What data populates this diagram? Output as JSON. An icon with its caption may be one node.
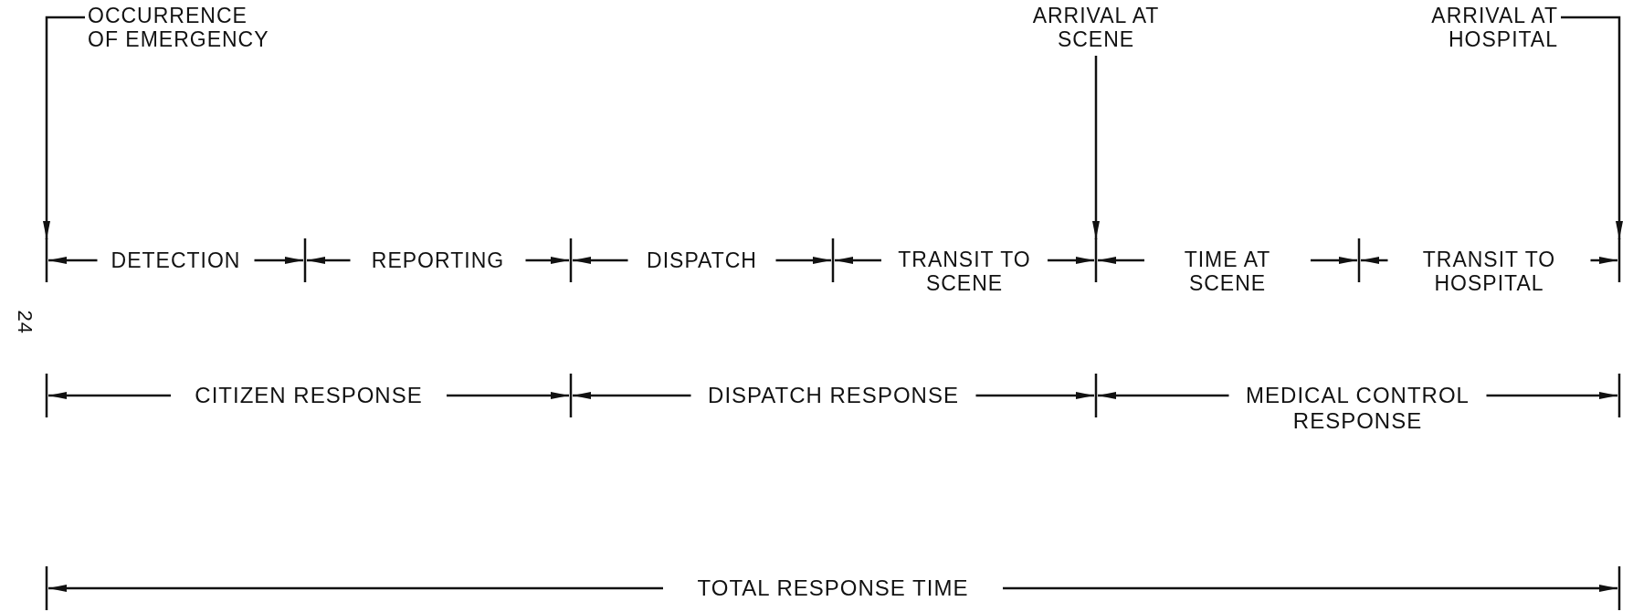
{
  "diagram": {
    "nodes": [
      {
        "text": [
          "OCCURRENCE OF EMERGENCY"
        ]
      },
      {
        "text": [
          "ARRIVAL AT SCENE"
        ]
      },
      {
        "text": [
          "ARRIVAL AT HOSPITAL"
        ]
      }
    ],
    "edges": [
      {
        "from": 0,
        "to": null,
        "arrow": "to"
      },
      {
        "from": 1,
        "to": null,
        "arrow": "to"
      },
      {
        "from": 2,
        "to": null,
        "arrow": "to"
      }
    ],
    "labels": [
      "DETECTION",
      "REPORTING",
      "DISPATCH",
      "TRANSIT TO SCENE",
      "TIME AT SCENE",
      "TRANSIT TO HOSPITAL",
      "24",
      "CITIZEN RESPONSE",
      "DISPATCH RESPONSE",
      "MEDICAL CONTROL RESPONSE",
      "TOTAL RESPONSE TIME"
    ]
  }
}
